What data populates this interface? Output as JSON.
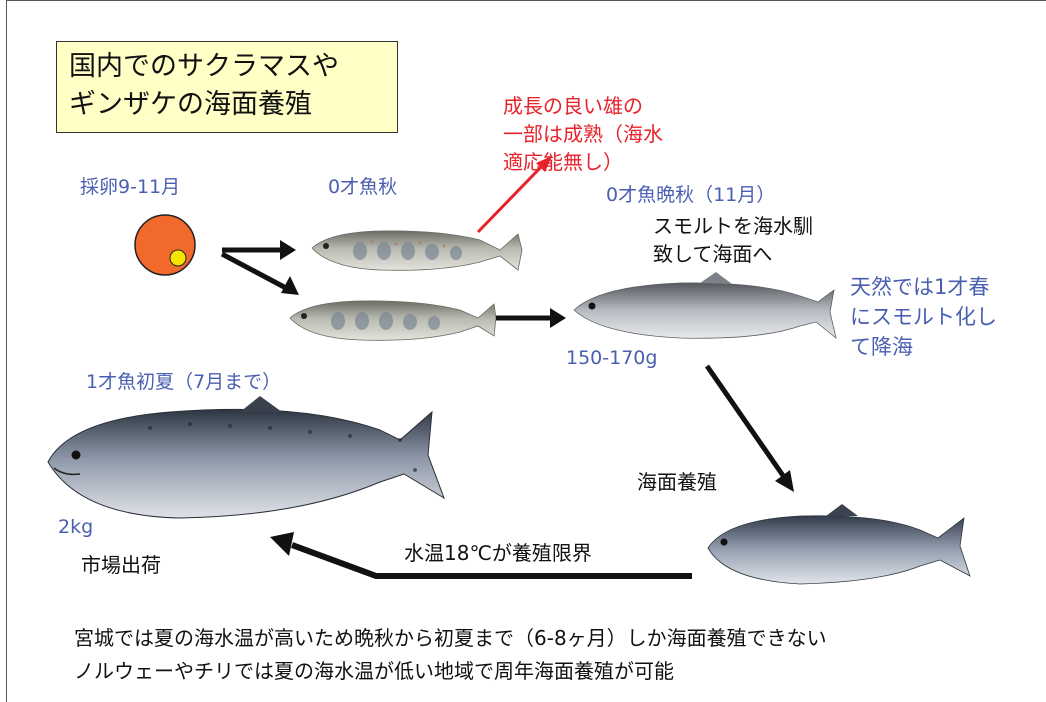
{
  "title": {
    "line1": "国内でのサクラマスや",
    "line2": "ギンザケの海面養殖"
  },
  "labels": {
    "egg": "採卵9-11月",
    "age0_autumn": "0才魚秋",
    "mature_note": [
      "成長の良い雄の",
      "一部は成熟（海水",
      "適応能無し）"
    ],
    "age0_late_autumn": "0才魚晩秋（11月）",
    "smolt_note": [
      "スモルトを海水馴",
      "致して海面へ"
    ],
    "wild_note": [
      "天然では1才春",
      "にスモルト化し",
      "て降海"
    ],
    "weight_smolt": "150-170g",
    "age1_early_summer": "1才魚初夏（7月まで）",
    "sea_culture": "海面養殖",
    "weight_adult": "2kg",
    "market": "市場出荷",
    "temp_limit": "水温18℃が養殖限界"
  },
  "footer": {
    "line1": "宮城では夏の海水温が高いため晩秋から初夏まで（6-8ヶ月）しか海面養殖できない",
    "line2": "ノルウェーやチリでは夏の海水温が低い地域で周年海面養殖が可能"
  },
  "colors": {
    "blue_text": "#4a5fb2",
    "red_text": "#e8222a",
    "title_bg": "#ffffc6",
    "egg_orange": "#f26a2b",
    "egg_yolk": "#f5e400"
  }
}
